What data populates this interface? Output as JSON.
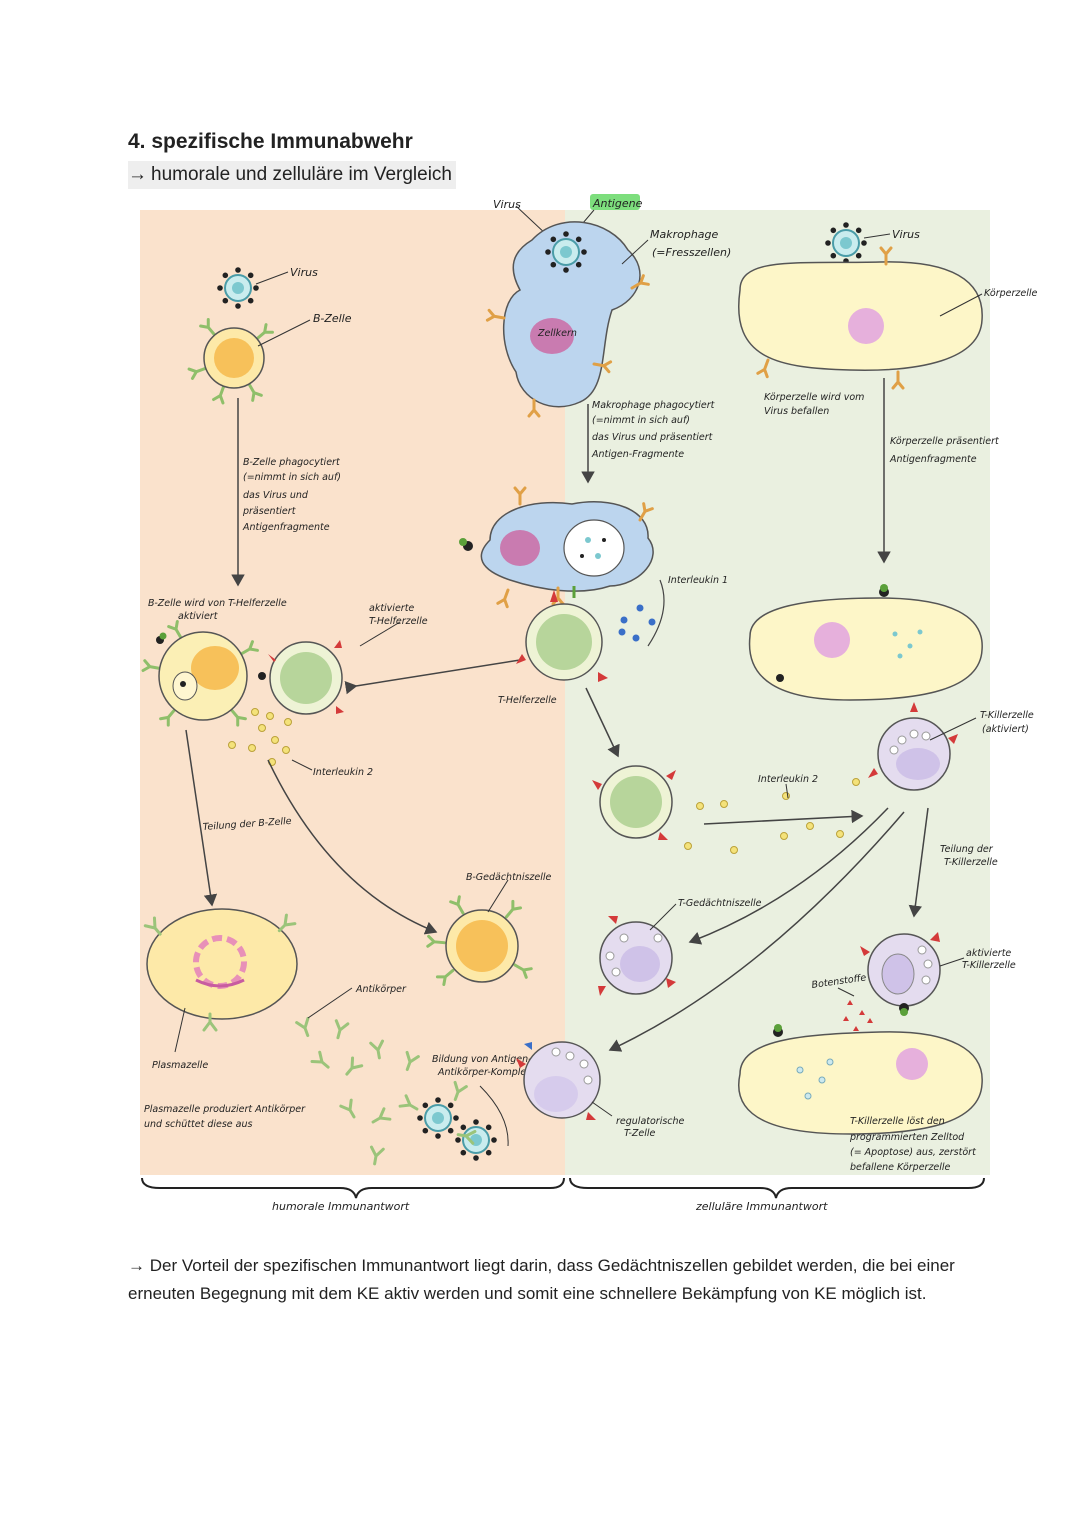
{
  "heading": "4. spezifische Immunabwehr",
  "subheading": "humorale und zelluläre im Vergleich",
  "subheading_arrow": "→",
  "colors": {
    "humoral_bg": "#fae2cc",
    "cellular_bg": "#eaf0e0",
    "macrophage": "#bcd5ee",
    "nucleus": "#c97bb0",
    "b_cell": "#fde9a8",
    "b_cell_nucleus": "#f7c15a",
    "t_helper": "#eef3d5",
    "t_helper_nucleus": "#b7d59b",
    "t_killer": "#e4dcef",
    "body_cell": "#fdf6c8",
    "highlight_antigene": "#7dde7d"
  },
  "labels": {
    "virus_left": "Virus",
    "b_zelle": "B-Zelle",
    "b_zelle_phagocytiert": [
      "B-Zelle phagocytiert",
      "(=nimmt in sich auf)",
      "das Virus und",
      "präsentiert",
      "Antigenfragmente"
    ],
    "b_zelle_aktiviert": [
      "B-Zelle wird von T-Helferzelle",
      "aktiviert"
    ],
    "aktivierte_t_helferzelle": [
      "aktivierte",
      "T-Helferzelle"
    ],
    "interleukin_2_left": "Interleukin 2",
    "teilung_b_zelle": "Teilung der B-Zelle",
    "b_gedaechtniszelle": "B-Gedächtniszelle",
    "antikoerper": "Antikörper",
    "plasmazelle": "Plasmazelle",
    "plasmazelle_produziert": [
      "Plasmazelle produziert Antikörper",
      "und schüttet diese aus"
    ],
    "bildung_komplex": [
      "Bildung von Antigen-",
      "Antikörper-Komplex"
    ],
    "virus_top": "Virus",
    "antigene": "Antigene",
    "makrophage": [
      "Makrophage",
      "(=Fresszellen)"
    ],
    "zellkern": "Zellkern",
    "makrophage_phagocytiert": [
      "Makrophage phagocytiert",
      "(=nimmt in sich auf)",
      "das Virus und präsentiert",
      "Antigen-Fragmente"
    ],
    "interleukin_1": "Interleukin 1",
    "t_helferzelle": "T-Helferzelle",
    "virus_right": "Virus",
    "koerperzelle": "Körperzelle",
    "koerperzelle_befallen": [
      "Körperzelle wird vom",
      "Virus befallen"
    ],
    "koerperzelle_praesentiert": [
      "Körperzelle präsentiert",
      "Antigenfragmente"
    ],
    "t_killerzelle_aktiviert": [
      "T-Killerzelle",
      "(aktiviert)"
    ],
    "interleukin_2_right": "Interleukin 2",
    "teilung_t_killerzelle": [
      "Teilung der",
      "T-Killerzelle"
    ],
    "t_gedaechtniszelle": "T-Gedächtniszelle",
    "aktivierte_t_killerzelle": [
      "aktivierte",
      "T-Killerzelle"
    ],
    "botenstoffe": "Botenstoffe",
    "regulatorische_t_zelle": [
      "regulatorische",
      "T-Zelle"
    ],
    "t_killer_loest": [
      "T-Killerzelle löst den",
      "programmierten Zelltod",
      "(= Apoptose) aus, zerstört",
      "befallene Körperzelle"
    ],
    "humorale_immunantwort": "humorale Immunantwort",
    "zellulaere_immunantwort": "zelluläre Immunantwort"
  },
  "conclusion_arrow": "→",
  "conclusion": "Der Vorteil der spezifischen Immunantwort liegt darin, dass Gedächtniszellen gebildet werden, die bei einer erneuten Begegnung mit dem KE aktiv werden und somit eine schnellere Bekämpfung von KE möglich ist."
}
